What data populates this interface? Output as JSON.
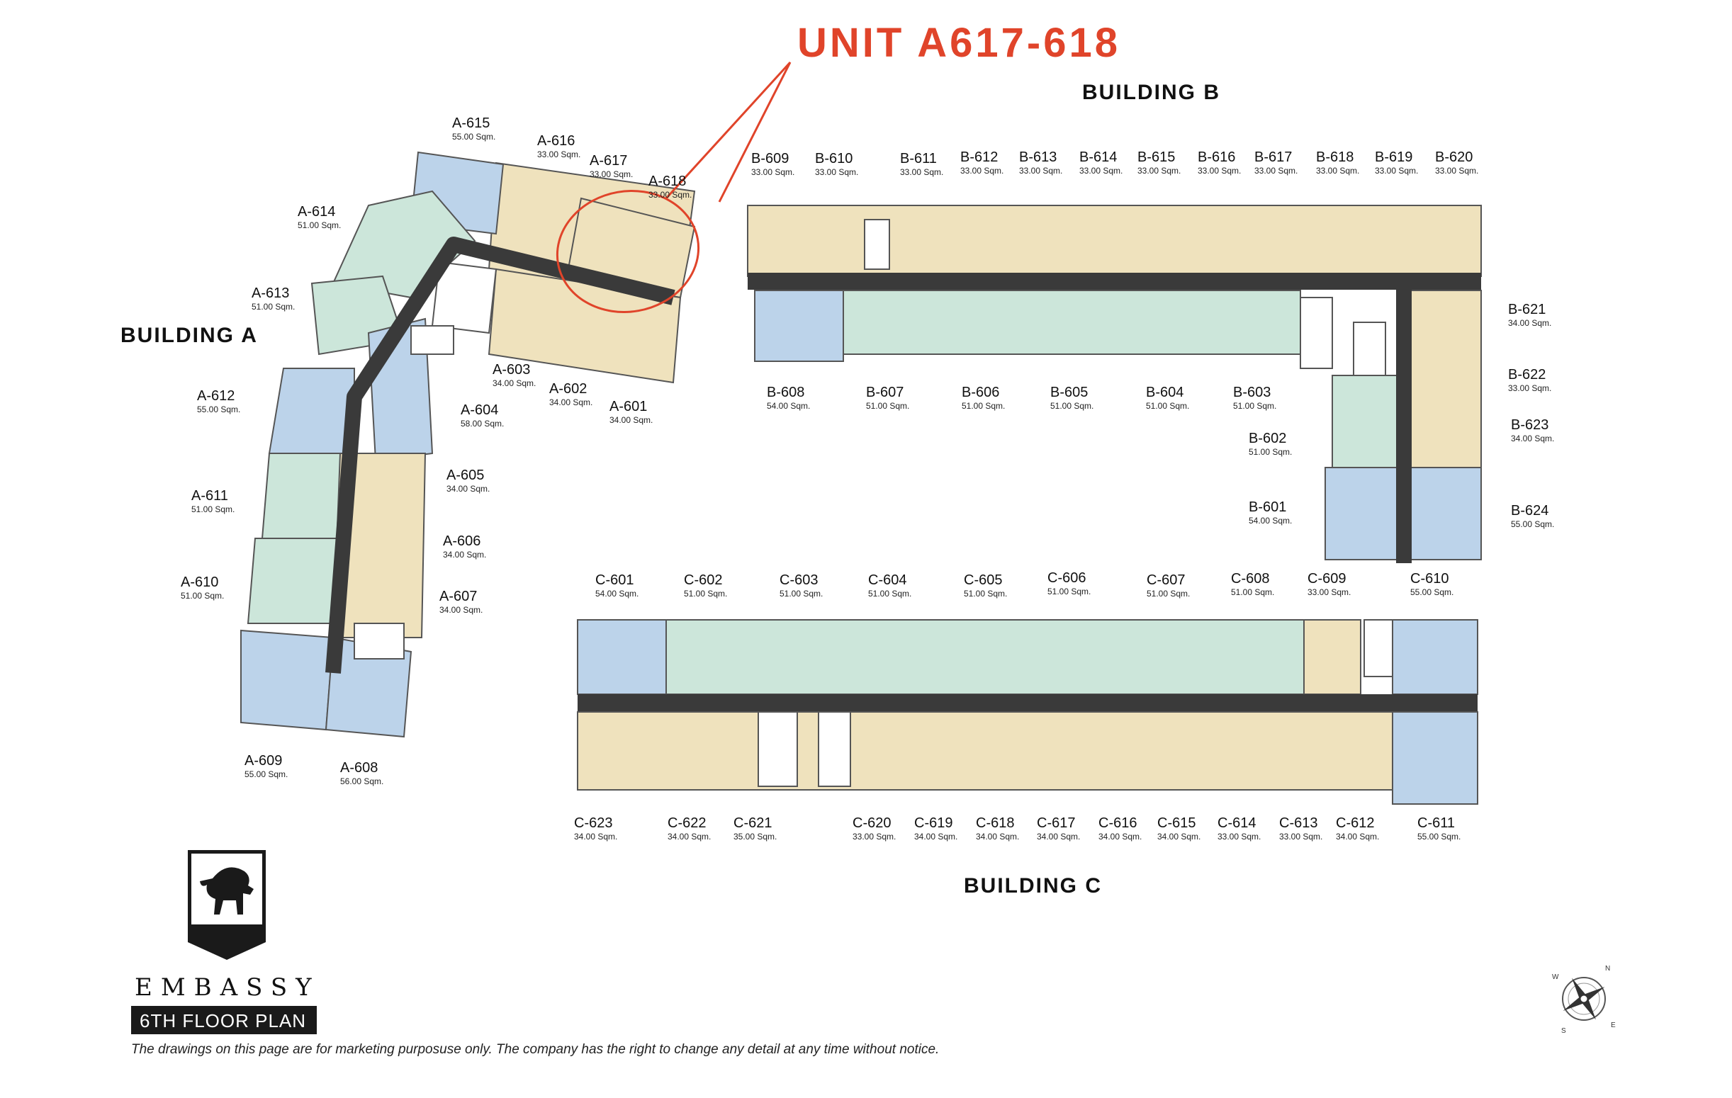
{
  "highlight_label": "UNIT A617-618",
  "buildings": {
    "a": "BUILDING A",
    "b": "BUILDING B",
    "c": "BUILDING C"
  },
  "brand": {
    "name": "EMBASSY",
    "floor_label": "6TH FLOOR PLAN"
  },
  "disclaimer": "The drawings on this page are for marketing purposuse only. The company has the right to change any detail at any time without notice.",
  "compass": {
    "n": "N",
    "e": "E",
    "s": "S",
    "w": "W"
  },
  "units": {
    "a": [
      {
        "name": "A-601",
        "area": "34.00 Sqm."
      },
      {
        "name": "A-602",
        "area": "34.00 Sqm."
      },
      {
        "name": "A-603",
        "area": "34.00 Sqm."
      },
      {
        "name": "A-604",
        "area": "58.00 Sqm."
      },
      {
        "name": "A-605",
        "area": "34.00 Sqm."
      },
      {
        "name": "A-606",
        "area": "34.00 Sqm."
      },
      {
        "name": "A-607",
        "area": "34.00 Sqm."
      },
      {
        "name": "A-608",
        "area": "56.00 Sqm."
      },
      {
        "name": "A-609",
        "area": "55.00 Sqm."
      },
      {
        "name": "A-610",
        "area": "51.00 Sqm."
      },
      {
        "name": "A-611",
        "area": "51.00 Sqm."
      },
      {
        "name": "A-612",
        "area": "55.00 Sqm."
      },
      {
        "name": "A-613",
        "area": "51.00 Sqm."
      },
      {
        "name": "A-614",
        "area": "51.00 Sqm."
      },
      {
        "name": "A-615",
        "area": "55.00 Sqm."
      },
      {
        "name": "A-616",
        "area": "33.00 Sqm."
      },
      {
        "name": "A-617",
        "area": "33.00 Sqm."
      },
      {
        "name": "A-618",
        "area": "33.00 Sqm."
      }
    ],
    "b": [
      {
        "name": "B-601",
        "area": "54.00 Sqm."
      },
      {
        "name": "B-602",
        "area": "51.00 Sqm."
      },
      {
        "name": "B-603",
        "area": "51.00 Sqm."
      },
      {
        "name": "B-604",
        "area": "51.00 Sqm."
      },
      {
        "name": "B-605",
        "area": "51.00 Sqm."
      },
      {
        "name": "B-606",
        "area": "51.00 Sqm."
      },
      {
        "name": "B-607",
        "area": "51.00 Sqm."
      },
      {
        "name": "B-608",
        "area": "54.00 Sqm."
      },
      {
        "name": "B-609",
        "area": "33.00 Sqm."
      },
      {
        "name": "B-610",
        "area": "33.00 Sqm."
      },
      {
        "name": "B-611",
        "area": "33.00 Sqm."
      },
      {
        "name": "B-612",
        "area": "33.00 Sqm."
      },
      {
        "name": "B-613",
        "area": "33.00 Sqm."
      },
      {
        "name": "B-614",
        "area": "33.00 Sqm."
      },
      {
        "name": "B-615",
        "area": "33.00 Sqm."
      },
      {
        "name": "B-616",
        "area": "33.00 Sqm."
      },
      {
        "name": "B-617",
        "area": "33.00 Sqm."
      },
      {
        "name": "B-618",
        "area": "33.00 Sqm."
      },
      {
        "name": "B-619",
        "area": "33.00 Sqm."
      },
      {
        "name": "B-620",
        "area": "33.00 Sqm."
      },
      {
        "name": "B-621",
        "area": "34.00 Sqm."
      },
      {
        "name": "B-622",
        "area": "33.00 Sqm."
      },
      {
        "name": "B-623",
        "area": "34.00 Sqm."
      },
      {
        "name": "B-624",
        "area": "55.00 Sqm."
      }
    ],
    "c": [
      {
        "name": "C-601",
        "area": "54.00 Sqm."
      },
      {
        "name": "C-602",
        "area": "51.00 Sqm."
      },
      {
        "name": "C-603",
        "area": "51.00 Sqm."
      },
      {
        "name": "C-604",
        "area": "51.00 Sqm."
      },
      {
        "name": "C-605",
        "area": "51.00 Sqm."
      },
      {
        "name": "C-606",
        "area": "51.00 Sqm."
      },
      {
        "name": "C-607",
        "area": "51.00 Sqm."
      },
      {
        "name": "C-608",
        "area": "51.00 Sqm."
      },
      {
        "name": "C-609",
        "area": "33.00 Sqm."
      },
      {
        "name": "C-610",
        "area": "55.00 Sqm."
      },
      {
        "name": "C-611",
        "area": "55.00 Sqm."
      },
      {
        "name": "C-612",
        "area": "34.00 Sqm."
      },
      {
        "name": "C-613",
        "area": "33.00 Sqm."
      },
      {
        "name": "C-614",
        "area": "33.00 Sqm."
      },
      {
        "name": "C-615",
        "area": "34.00 Sqm."
      },
      {
        "name": "C-616",
        "area": "34.00 Sqm."
      },
      {
        "name": "C-617",
        "area": "34.00 Sqm."
      },
      {
        "name": "C-618",
        "area": "34.00 Sqm."
      },
      {
        "name": "C-619",
        "area": "34.00 Sqm."
      },
      {
        "name": "C-620",
        "area": "33.00 Sqm."
      },
      {
        "name": "C-621",
        "area": "35.00 Sqm."
      },
      {
        "name": "C-622",
        "area": "34.00 Sqm."
      },
      {
        "name": "C-623",
        "area": "34.00 Sqm."
      }
    ]
  }
}
